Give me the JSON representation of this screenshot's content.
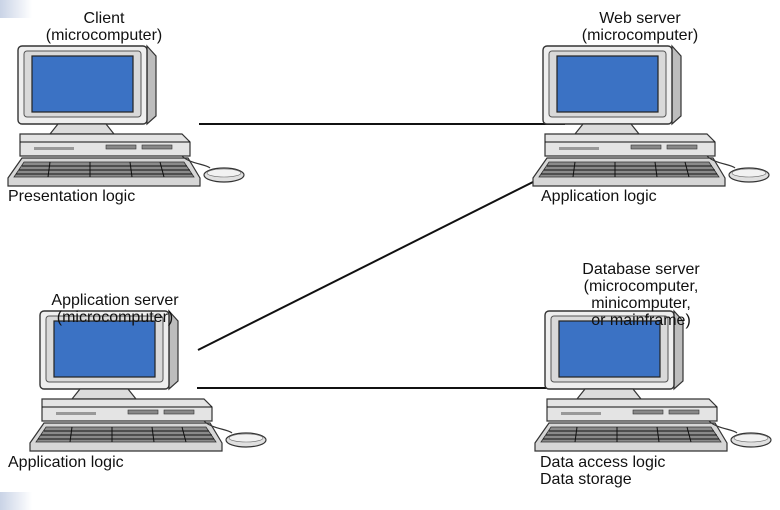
{
  "nodes": [
    {
      "id": "client",
      "title_lines": [
        "Client",
        "(microcomputer)"
      ],
      "logic_lines": [
        "Presentation logic"
      ]
    },
    {
      "id": "web-server",
      "title_lines": [
        "Web server",
        "(microcomputer)"
      ],
      "logic_lines": [
        "Application logic"
      ]
    },
    {
      "id": "application-server",
      "title_lines": [
        "Application server",
        "(microcomputer)"
      ],
      "logic_lines": [
        "Application logic"
      ]
    },
    {
      "id": "database-server",
      "title_lines": [
        "Database server",
        "(microcomputer,",
        "minicomputer,",
        "or mainframe)"
      ],
      "logic_lines": [
        "Data access logic",
        "Data storage"
      ]
    }
  ],
  "connections": [
    {
      "from": "client",
      "to": "web-server"
    },
    {
      "from": "web-server",
      "to": "application-server"
    },
    {
      "from": "application-server",
      "to": "database-server"
    }
  ],
  "colors": {
    "screen": "#3b72c4",
    "line": "#111111",
    "casing": "#e9e9e9"
  },
  "icon": "desktop-computer-icon"
}
